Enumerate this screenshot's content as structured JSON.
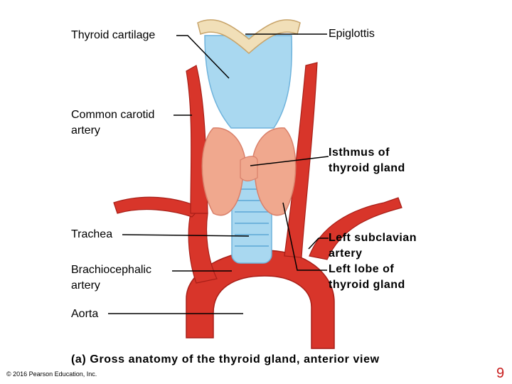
{
  "labels": {
    "thyroid_cartilage": "Thyroid cartilage",
    "epiglottis": "Epiglottis",
    "common_carotid_line1": "Common carotid",
    "common_carotid_line2": "artery",
    "isthmus_line1": "Isthmus of",
    "isthmus_line2": "thyroid gland",
    "trachea": "Trachea",
    "left_subclavian_line1": "Left subclavian",
    "left_subclavian_line2": "artery",
    "left_lobe_line1": "Left lobe of",
    "left_lobe_line2": "thyroid gland",
    "brachiocephalic_line1": "Brachiocephalic",
    "brachiocephalic_line2": "artery",
    "aorta": "Aorta"
  },
  "caption": "(a) Gross anatomy of the thyroid gland, anterior view",
  "copyright": "© 2016 Pearson Education, Inc.",
  "page_number": "9",
  "colors": {
    "artery": "#d8352a",
    "artery_dark": "#a81f18",
    "cartilage": "#a9d8f0",
    "cartilage_dark": "#6fb3dc",
    "thyroid": "#f0a88e",
    "thyroid_dark": "#d9806a",
    "epiglottis": "#f1dfb8",
    "page_number": "#c81e1e"
  }
}
